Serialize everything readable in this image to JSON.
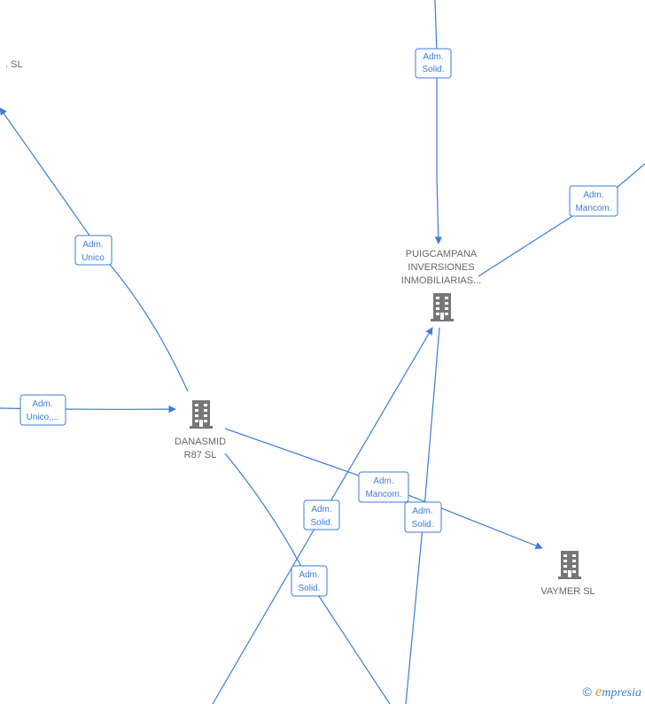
{
  "colors": {
    "edge": "#3b7dd8",
    "node_text": "#666666",
    "icon": "#777777",
    "brand_accent": "#e89a1c"
  },
  "nodes": {
    "partial_sl": {
      "label": ". SL"
    },
    "puigcampana": {
      "line1": "PUIGCAMPANA",
      "line2": "INVERSIONES",
      "line3": "INMOBILIARIAS..."
    },
    "danasmid": {
      "line1": "DANASMID",
      "line2": "R87  SL"
    },
    "vaymer": {
      "label": "VAYMER SL"
    }
  },
  "edges": {
    "top_to_puig": {
      "line1": "Adm.",
      "line2": "Solid."
    },
    "right_to_puig": {
      "line1": "Adm.",
      "line2": "Mancom."
    },
    "danasmid_to_topleft": {
      "line1": "Adm.",
      "line2": "Unico"
    },
    "left_to_danasmid": {
      "line1": "Adm.",
      "line2": "Unico,..."
    },
    "danasmid_to_vaymer": {
      "line1": "Adm.",
      "line2": "Mancom."
    },
    "bottom_to_puig": {
      "line1": "Adm.",
      "line2": "Solid."
    },
    "puig_to_bottom": {
      "line1": "Adm.",
      "line2": "Solid."
    },
    "danasmid_to_bottom": {
      "line1": "Adm.",
      "line2": "Solid."
    }
  },
  "watermark": {
    "copyright": "©",
    "brand_first": "e",
    "brand_rest": "mpresia"
  }
}
